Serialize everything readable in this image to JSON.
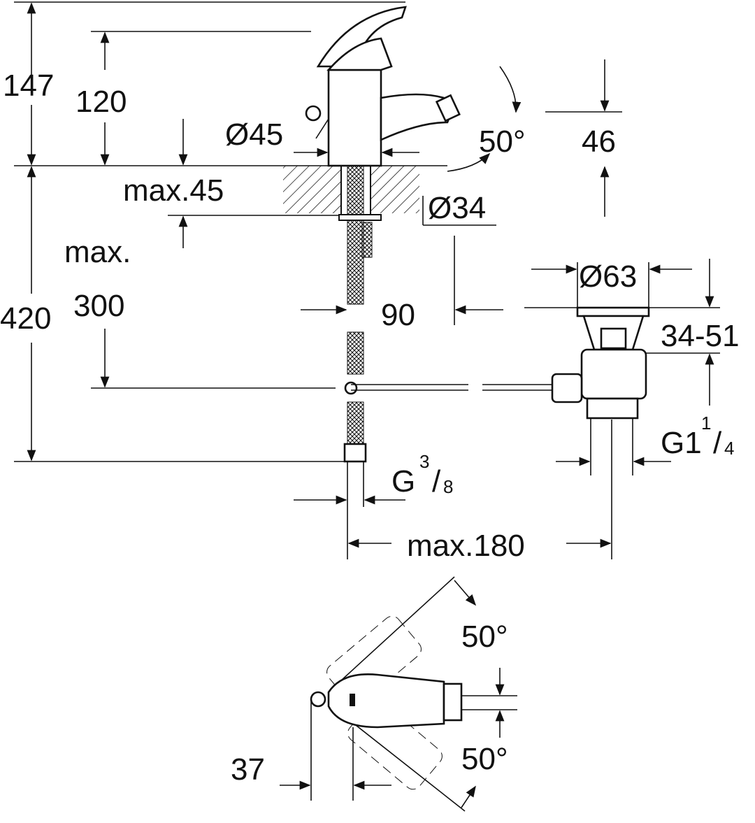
{
  "title": "Bidet mixer technical drawing",
  "dimensions": {
    "overall_height": "147",
    "body_height": "120",
    "body_diameter": "Ø45",
    "spout_angle": "50°",
    "spout_height": "46",
    "max_countertop": "max.45",
    "hole_diameter": "Ø34",
    "max_prefix": "max.",
    "hose_length": "300",
    "total_length": "420",
    "spout_offset": "90",
    "waste_diameter": "Ø63",
    "waste_range": "34-51",
    "waste_thread": "G1",
    "waste_thread_num": "1",
    "waste_thread_den": "4",
    "hose_thread": "G",
    "hose_thread_num": "3",
    "hose_thread_den": "8",
    "max_reach": "max.180",
    "swivel_angle_top": "50°",
    "swivel_angle_bottom": "50°",
    "lever_offset": "37"
  }
}
